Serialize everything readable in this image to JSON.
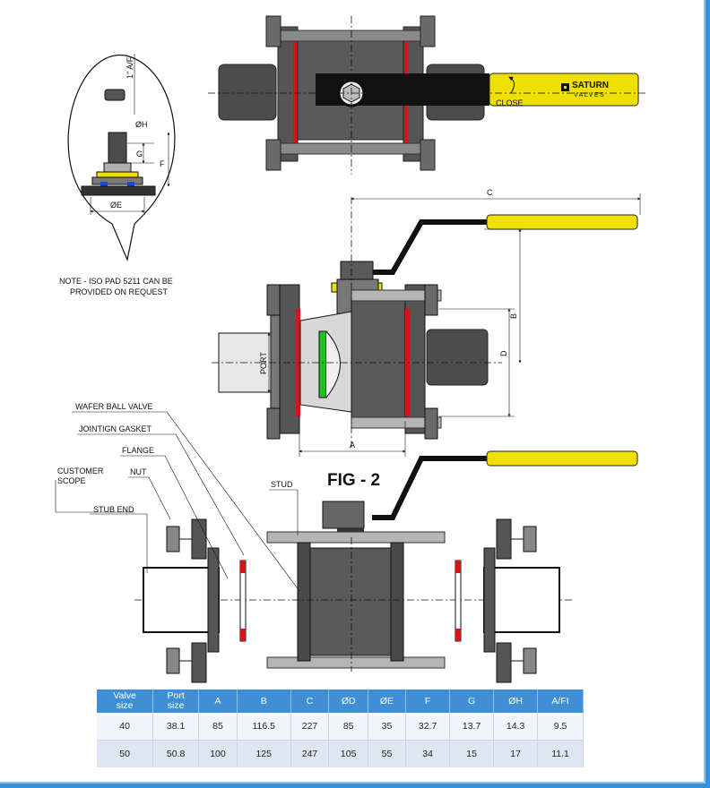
{
  "colors": {
    "steel": "#4c4c4c",
    "handle": "#f0e000",
    "gasket": "#d01818",
    "ball": "#22c022",
    "tableHeader": "#3f8fd6",
    "frame": "#3a8fd8"
  },
  "brand": {
    "line1": "SATURN",
    "line2": "VALVES"
  },
  "labels": {
    "close": "CLOSE",
    "note_line1": "NOTE - ISO PAD 5211 CAN BE",
    "note_line2": "PROVIDED ON REQUEST",
    "af": "1\" A/F",
    "h": "ØH",
    "g": "G",
    "f": "F",
    "e": "ØE",
    "c": "C",
    "b": "B",
    "d": "D",
    "a": "A",
    "port": "PORT",
    "fig": "FIG - 2",
    "wafer": "WAFER BALL VALVE",
    "gasket": "JOINTIGN GASKET",
    "flange": "FLANGE",
    "customer1": "CUSTOMER",
    "customer2": "SCOPE",
    "nut": "NUT",
    "stub": "STUB END",
    "stud": "STUD"
  },
  "table": {
    "headers": [
      {
        "l1": "Valve",
        "l2": "size"
      },
      {
        "l1": "Port",
        "l2": "size"
      },
      {
        "l1": "A",
        "l2": ""
      },
      {
        "l1": "B",
        "l2": ""
      },
      {
        "l1": "C",
        "l2": ""
      },
      {
        "l1": "ØD",
        "l2": ""
      },
      {
        "l1": "ØE",
        "l2": ""
      },
      {
        "l1": "F",
        "l2": ""
      },
      {
        "l1": "G",
        "l2": ""
      },
      {
        "l1": "ØH",
        "l2": ""
      },
      {
        "l1": "A/FI",
        "l2": ""
      }
    ],
    "rows": [
      [
        "40",
        "38.1",
        "85",
        "116.5",
        "227",
        "85",
        "35",
        "32.7",
        "13.7",
        "14.3",
        "9.5"
      ],
      [
        "50",
        "50.8",
        "100",
        "125",
        "247",
        "105",
        "55",
        "34",
        "15",
        "17",
        "11.1"
      ]
    ]
  }
}
